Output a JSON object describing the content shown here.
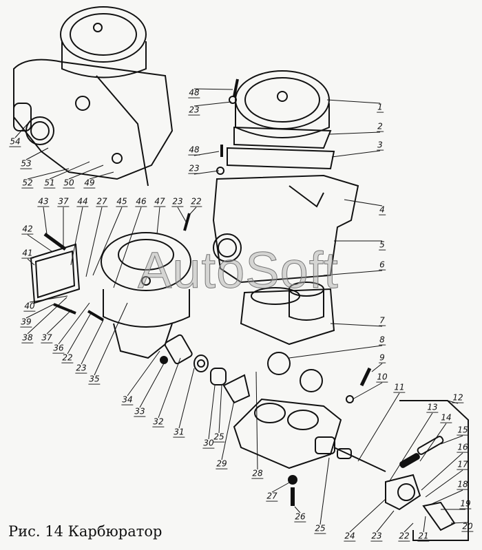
{
  "caption": "Рис. 14 Карбюратор",
  "watermark": "AutoSoft",
  "callouts": [
    "54",
    "53",
    "52",
    "51",
    "50",
    "49",
    "48",
    "23",
    "1",
    "2",
    "3",
    "48",
    "23",
    "4",
    "5",
    "6",
    "7",
    "8",
    "9",
    "10",
    "11",
    "12",
    "13",
    "14",
    "15",
    "16",
    "17",
    "18",
    "19",
    "20",
    "21",
    "22",
    "23",
    "24",
    "25",
    "26",
    "27",
    "28",
    "29",
    "30",
    "31",
    "32",
    "33",
    "34",
    "43",
    "37",
    "44",
    "27",
    "45",
    "46",
    "47",
    "23",
    "22",
    "42",
    "41",
    "40",
    "39",
    "38",
    "37",
    "36",
    "22",
    "23",
    "35",
    "25"
  ]
}
